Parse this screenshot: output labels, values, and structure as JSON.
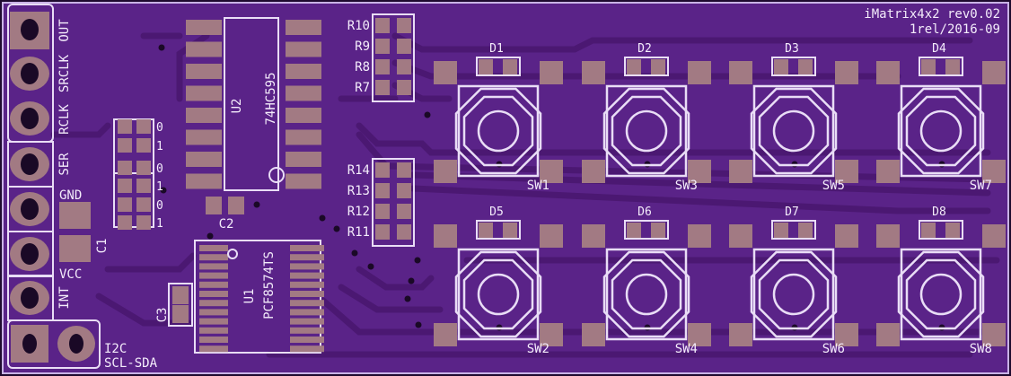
{
  "board": {
    "title": "iMatrix4x2 rev0.02",
    "subtitle": "1rel/2016-09",
    "colors": {
      "substrate": "#5a2388",
      "trace": "#4b1872",
      "pad": "#a27a83",
      "silk": "#e9ddf6",
      "hole": "#1a0926",
      "border": "#c9b3e6"
    }
  },
  "header": {
    "pins": [
      "OUT",
      "SRCLK",
      "RCLK",
      "SER",
      "GND",
      "VCC",
      "INT"
    ],
    "i2c_label": "I2C",
    "i2c_pins": "SCL-SDA"
  },
  "ics": {
    "u2_ref": "U2",
    "u2_part": "74HC595",
    "u1_ref": "U1",
    "u1_part": "PCF8574TS"
  },
  "caps": [
    "C1",
    "C2",
    "C3"
  ],
  "address_jumpers": [
    "0",
    "1",
    "0",
    "1",
    "0",
    "1"
  ],
  "resistors": {
    "top": [
      "R10",
      "R9",
      "R8",
      "R7"
    ],
    "bottom": [
      "R14",
      "R13",
      "R12",
      "R11"
    ]
  },
  "leds": {
    "row1": [
      "D1",
      "D2",
      "D3",
      "D4"
    ],
    "row2": [
      "D5",
      "D6",
      "D7",
      "D8"
    ]
  },
  "switches": {
    "row1": [
      "SW1",
      "SW3",
      "SW5",
      "SW7"
    ],
    "row2": [
      "SW2",
      "SW4",
      "SW6",
      "SW8"
    ]
  }
}
